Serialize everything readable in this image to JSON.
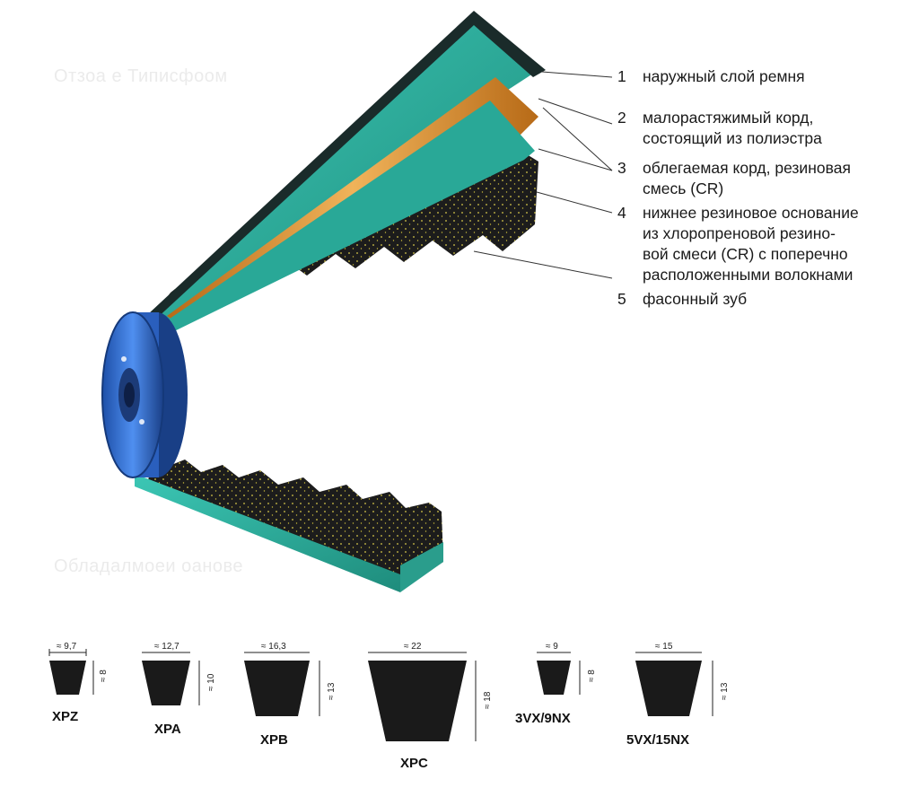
{
  "background_text": {
    "top": "Отзоа е Типисфоом",
    "bottom": "Обладалмоеи оанове"
  },
  "callouts": [
    {
      "num": "1",
      "lines": [
        "наружный слой ремня"
      ]
    },
    {
      "num": "2",
      "lines": [
        "малорастяжимый корд,",
        "состоящий из полиэстра"
      ]
    },
    {
      "num": "3",
      "lines": [
        "облегаемая корд, резиновая",
        "смесь (CR)"
      ]
    },
    {
      "num": "4",
      "lines": [
        "нижнее резиновое основание",
        "из хлоропреновой резино-",
        "вой смеси (CR) с поперечно",
        "расположенными волокнами"
      ]
    },
    {
      "num": "5",
      "lines": [
        "фасонный зуб"
      ]
    }
  ],
  "profiles": [
    {
      "name": "XPZ",
      "width": "≈ 9,7",
      "height": "≈ 8"
    },
    {
      "name": "XPA",
      "width": "≈ 12,7",
      "height": "≈ 10"
    },
    {
      "name": "XPB",
      "width": "≈ 16,3",
      "height": "≈ 13"
    },
    {
      "name": "XPC",
      "width": "≈ 22",
      "height": "≈ 18"
    },
    {
      "name": "3VX/9NX",
      "width": "≈ 9",
      "height": "≈ 8"
    },
    {
      "name": "5VX/15NX",
      "width": "≈ 15",
      "height": "≈ 13"
    }
  ],
  "colors": {
    "belt_cover": "#2fb5a4",
    "belt_cover_dark": "#1f7f72",
    "cord": "#d98a2b",
    "rubber": "#1c1c1c",
    "pulley": "#2f6fd1"
  }
}
